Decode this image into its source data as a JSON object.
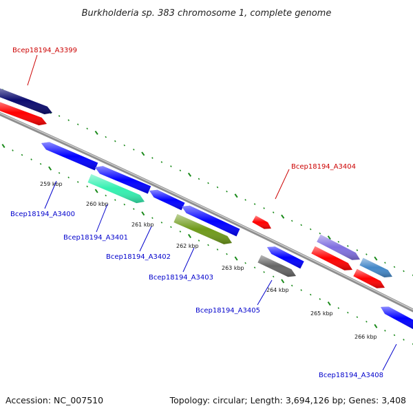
{
  "title": "Burkholderia sp. 383 chromosome 1, complete genome",
  "footer": {
    "accession": "Accession: NC_007510",
    "summary": "Topology: circular; Length: 3,694,126 bp; Genes: 3,408"
  },
  "colors": {
    "backbone": "#8f8f8f",
    "tick": "#1a8a1a",
    "label_red": "#cc0000",
    "label_blue": "#0000cc",
    "red": "#ff0000",
    "navy": "#0a0a6e",
    "blue": "#0000ff",
    "teal": "#33f0b0",
    "olive": "#6f9a1a",
    "gray": "#666666",
    "lavender": "#8070e0",
    "steel": "#4488c8"
  },
  "ticks": [
    "259 kbp",
    "260 kbp",
    "261 kbp",
    "262 kbp",
    "263 kbp",
    "264 kbp",
    "265 kbp",
    "266 kbp"
  ],
  "genes": [
    {
      "label": "Bcep18194_A3399",
      "color": "navy",
      "label_color": "red"
    },
    {
      "label": "Bcep18194_A3400",
      "color": "blue",
      "label_color": "blue"
    },
    {
      "label": "Bcep18194_A3401",
      "color": "teal",
      "label_color": "blue"
    },
    {
      "label": "Bcep18194_A3402",
      "color": "blue",
      "label_color": "blue"
    },
    {
      "label": "Bcep18194_A3403",
      "color": "olive",
      "label_color": "blue"
    },
    {
      "label": "Bcep18194_A3404",
      "color": "red",
      "label_color": "red"
    },
    {
      "label": "Bcep18194_A3405",
      "color": "gray",
      "label_color": "blue"
    },
    {
      "label": "Bcep18194_A3408",
      "color": "blue",
      "label_color": "blue"
    }
  ]
}
